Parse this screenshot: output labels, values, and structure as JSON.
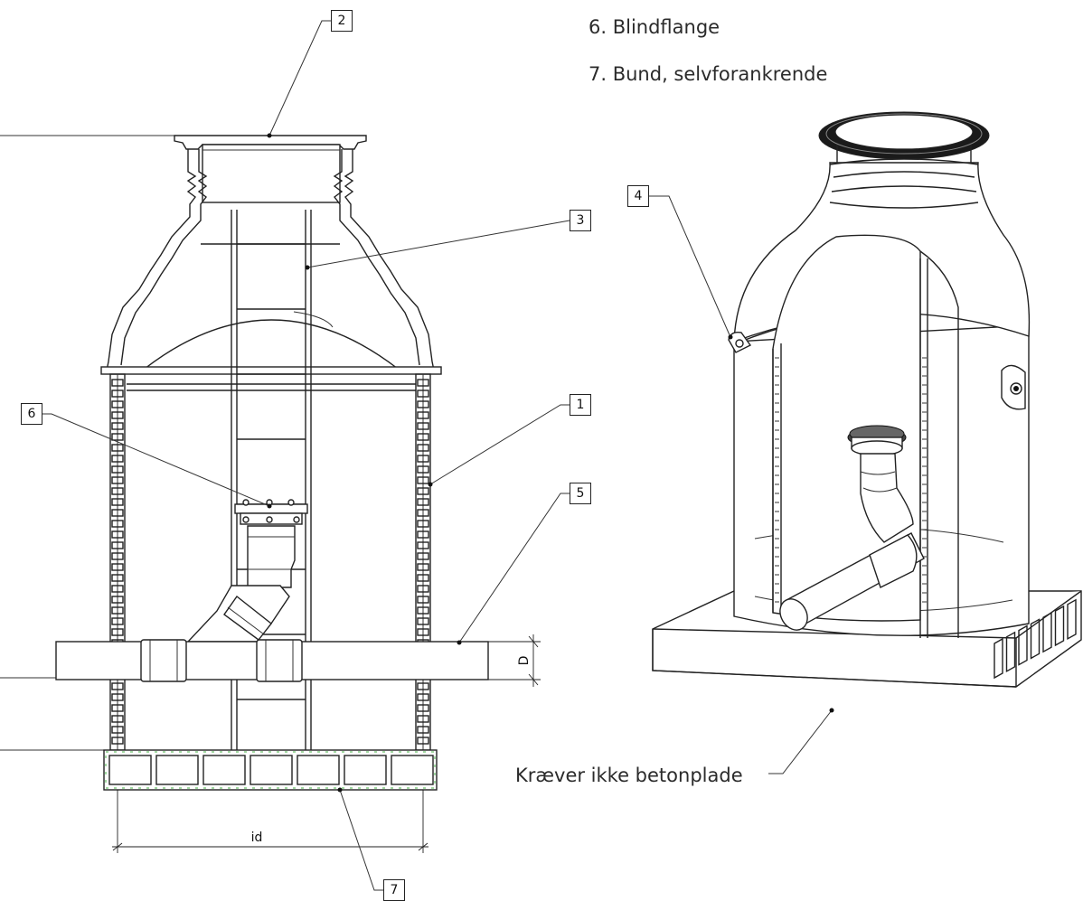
{
  "legend": [
    {
      "label": "6. Blindflange"
    },
    {
      "label": "7. Bund, selvforankrende"
    }
  ],
  "callouts": [
    "1",
    "2",
    "3",
    "4",
    "5",
    "6",
    "7"
  ],
  "dimensions": {
    "pipe_diameter": "D",
    "inner_diameter": "id"
  },
  "note": "Kræver ikke betonplade",
  "colors": {
    "line": "#222222",
    "highlight": "#45b045"
  }
}
